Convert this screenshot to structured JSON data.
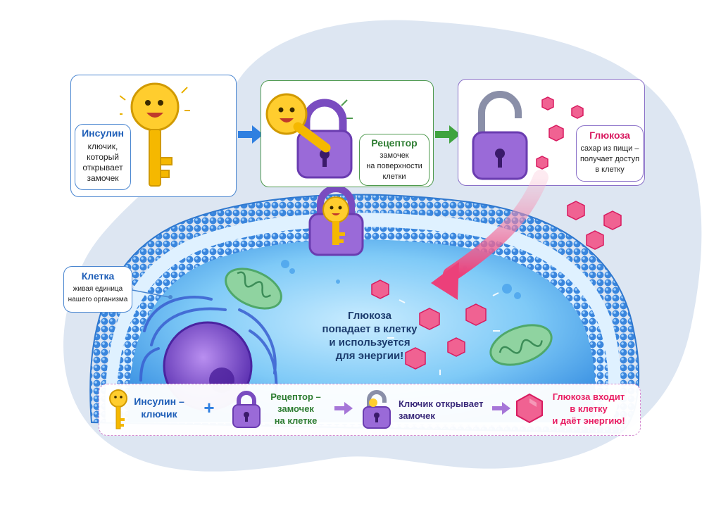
{
  "colors": {
    "insulin_blue": "#1f5fb8",
    "receptor_green": "#2e7d32",
    "glucose_pink": "#e91e63",
    "lock_purple": "#8a5cc8",
    "key_gold": "#f5b800",
    "background_blob": "#dde6f2",
    "cell_blue": "#5fb2ee",
    "membrane_blue": "#3f8fe0"
  },
  "insulin_card": {
    "title": "Инсулин",
    "line1": "ключик,",
    "line2": "который",
    "line3": "открывает",
    "line4": "замочек"
  },
  "receptor_card": {
    "title": "Рецептор",
    "line1": "замочек",
    "line2": "на поверхности",
    "line3": "клетки"
  },
  "glucose_card": {
    "title": "Глюкоза",
    "line1": "сахар из пищи –",
    "line2": "получает доступ",
    "line3": "в клетку"
  },
  "cell_label": {
    "title": "Клетка",
    "line1": "живая единица",
    "line2": "нашего организма"
  },
  "center_text": {
    "line1": "Глюкоза",
    "line2": "попадает в клетку",
    "line3": "и используется",
    "line4": "для энергии!"
  },
  "summary": {
    "step1_line1": "Инсулин –",
    "step1_line2": "ключик",
    "plus": "+",
    "step2_line1": "Рецептор –",
    "step2_line2": "замочек",
    "step2_line3": "на клетке",
    "step3_line1": "Ключик открывает",
    "step3_line2": "замочек",
    "step4_line1": "Глюкоза входит",
    "step4_line2": "в клетку",
    "step4_line3": "и даёт энергию!"
  },
  "icons": {
    "key": "key-icon",
    "lock": "padlock-icon",
    "open_lock": "open-padlock-icon",
    "glucose": "hexagon-glucose-icon",
    "mitochondrion": "mitochondrion-icon",
    "nucleus": "nucleus-icon"
  }
}
